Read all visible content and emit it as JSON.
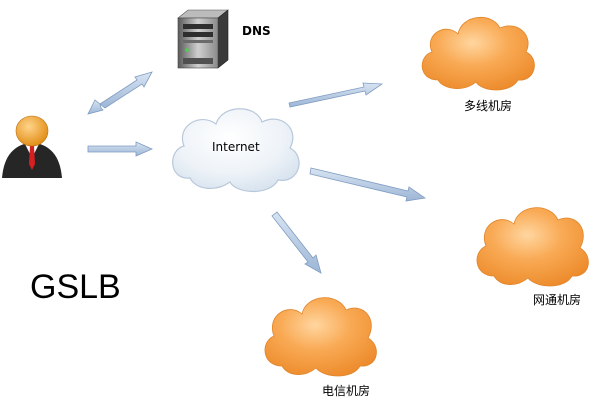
{
  "diagram": {
    "title": "GSLB",
    "nodes": {
      "dns": {
        "label": "DNS",
        "icon": "server-icon"
      },
      "internet": {
        "label": "Internet",
        "icon": "cloud-icon"
      },
      "user": {
        "icon": "user-icon"
      },
      "multiline_idc": {
        "label": "多线机房",
        "icon": "cloud-icon"
      },
      "cnc_idc": {
        "label": "网通机房",
        "icon": "cloud-icon"
      },
      "telecom_idc": {
        "label": "电信机房",
        "icon": "cloud-icon"
      }
    },
    "edges": [
      {
        "from": "user",
        "to": "dns",
        "bidirectional": true
      },
      {
        "from": "user",
        "to": "internet",
        "bidirectional": false
      },
      {
        "from": "internet",
        "to": "multiline_idc",
        "bidirectional": false
      },
      {
        "from": "internet",
        "to": "cnc_idc",
        "bidirectional": false
      },
      {
        "from": "internet",
        "to": "telecom_idc",
        "bidirectional": false
      }
    ],
    "colors": {
      "arrow": "#9fb8d8",
      "arrow_stroke": "#6f8fb8",
      "idc_cloud": "#f7a24b",
      "internet_cloud": "#e6eef5",
      "user_head": "#f0a030",
      "user_body": "#2b2b2b",
      "tie": "#d02020"
    }
  }
}
